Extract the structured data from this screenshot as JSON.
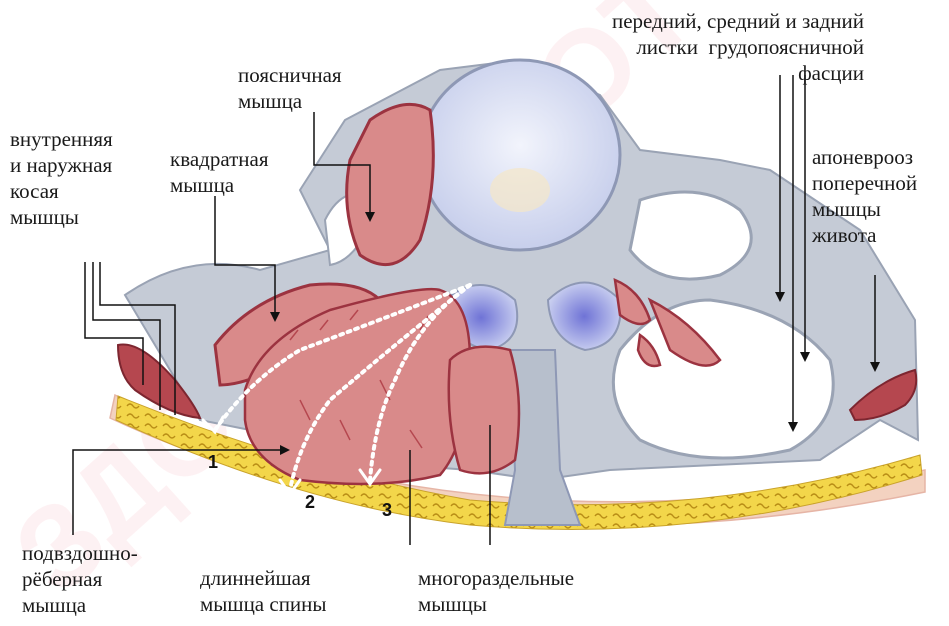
{
  "labels": {
    "fascia_layers": "передний, средний и задний\nлистки  грудопоясничной\nфасции",
    "psoas": "поясничная\nмышца",
    "obliques": "внутренняя\nи наружная\nкосая\nмышцы",
    "quadratus": "квадратная\nмышца",
    "aponeurosis": "апоневрооз\nпоперечной\nмышцы\nживота",
    "iliocostalis": "подвздошно-\nрёберная\nмышца",
    "longissimus": "длиннейшая\nмышца спины",
    "multifidus": "многораздельные\nмышцы"
  },
  "numbers": [
    "1",
    "2",
    "3"
  ],
  "watermark": "ЗДОРОВЬЕ ОТ ПОЗВОНОЧНИКА",
  "colors": {
    "muscle": "#d98a8a",
    "muscle_dark": "#b5474f",
    "bone": "#c9d2ec",
    "fascia": "#a9b2c2",
    "fat": "#f3d64a",
    "skin": "#f3d2c0",
    "watermark": "#fde7ea"
  }
}
